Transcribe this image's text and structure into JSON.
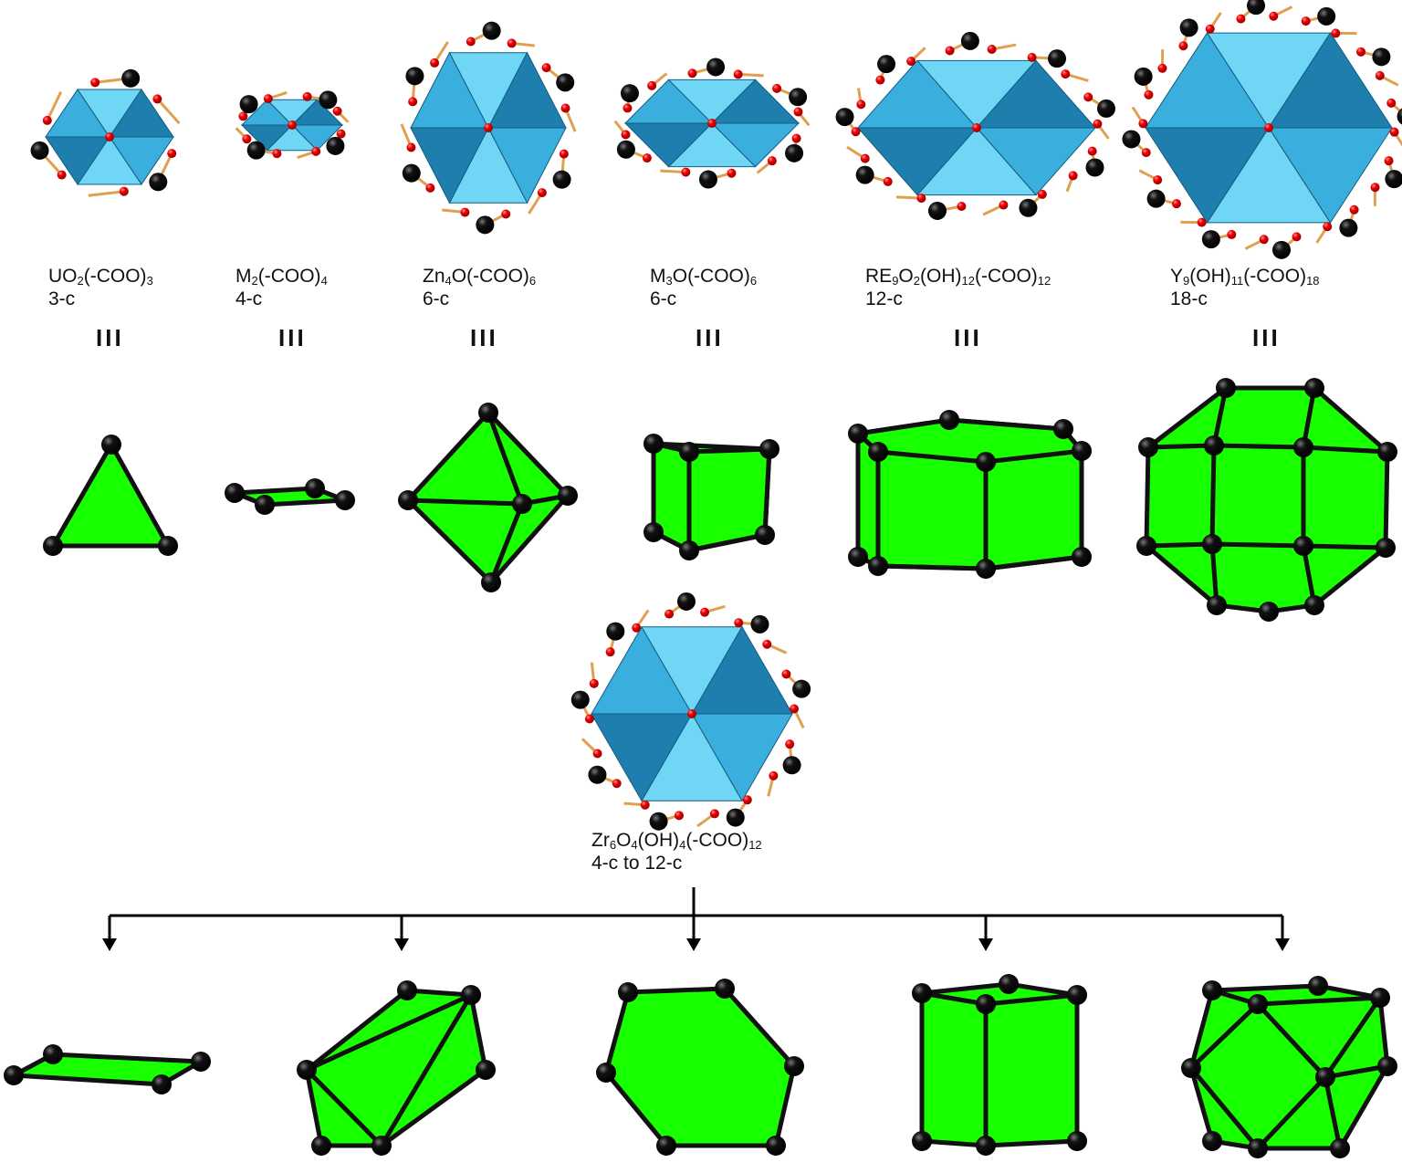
{
  "colors": {
    "polyhedron_fill": "#18ff00",
    "cluster_fill": "#3aaedc",
    "cluster_light": "#6fd6f6",
    "cluster_dark": "#1e7fae",
    "oxygen": "#ee0000",
    "carbon": "#000000",
    "bond": "#e0a050",
    "edge": "#111111"
  },
  "equivalence_symbol": "III",
  "sbus": [
    {
      "formula": [
        [
          "UO",
          ""
        ],
        [
          "2",
          "sub"
        ],
        [
          "(-COO)",
          ""
        ],
        [
          "3",
          "sub"
        ]
      ],
      "connectivity": "3-c",
      "polyhedron": "triangle",
      "cluster_icon": "cluster-icon"
    },
    {
      "formula": [
        [
          "M",
          ""
        ],
        [
          "2",
          "sub"
        ],
        [
          "(-COO)",
          ""
        ],
        [
          "4",
          "sub"
        ]
      ],
      "connectivity": "4-c",
      "polyhedron": "square",
      "cluster_icon": "cluster-icon"
    },
    {
      "formula": [
        [
          "Zn",
          ""
        ],
        [
          "4",
          "sub"
        ],
        [
          "O(-COO)",
          ""
        ],
        [
          "6",
          "sub"
        ]
      ],
      "connectivity": "6-c",
      "polyhedron": "octahedron",
      "cluster_icon": "cluster-icon"
    },
    {
      "formula": [
        [
          "M",
          ""
        ],
        [
          "3",
          "sub"
        ],
        [
          "O(-COO)",
          ""
        ],
        [
          "6",
          "sub"
        ]
      ],
      "connectivity": "6-c",
      "polyhedron": "trigonal-prism",
      "cluster_icon": "cluster-icon"
    },
    {
      "formula": [
        [
          "RE",
          ""
        ],
        [
          "9",
          "sub"
        ],
        [
          "O",
          ""
        ],
        [
          "2",
          "sub"
        ],
        [
          "(OH)",
          ""
        ],
        [
          "12",
          "sub"
        ],
        [
          "(-COO)",
          ""
        ],
        [
          "12",
          "sub"
        ]
      ],
      "connectivity": "12-c",
      "polyhedron": "hexagonal-prism",
      "cluster_icon": "cluster-icon"
    },
    {
      "formula": [
        [
          "Y",
          ""
        ],
        [
          "9",
          "sub"
        ],
        [
          "(OH)",
          ""
        ],
        [
          "11",
          "sub"
        ],
        [
          "(-COO)",
          ""
        ],
        [
          "18",
          "sub"
        ]
      ],
      "connectivity": "18-c",
      "polyhedron": "elongated-polyhedron",
      "cluster_icon": "cluster-icon"
    }
  ],
  "zr_sbu": {
    "formula": [
      [
        "Zr",
        ""
      ],
      [
        "6",
        "sub"
      ],
      [
        "O",
        ""
      ],
      [
        "4",
        "sub"
      ],
      [
        "(OH)",
        ""
      ],
      [
        "4",
        "sub"
      ],
      [
        "(-COO)",
        ""
      ],
      [
        "12",
        "sub"
      ]
    ],
    "connectivity": "4-c to 12-c",
    "derived_polyhedra": [
      "square-4c",
      "bicapped-8c",
      "hexagon-6c",
      "hexagonal-prism-fragment",
      "cuboctahedron-12c"
    ]
  }
}
